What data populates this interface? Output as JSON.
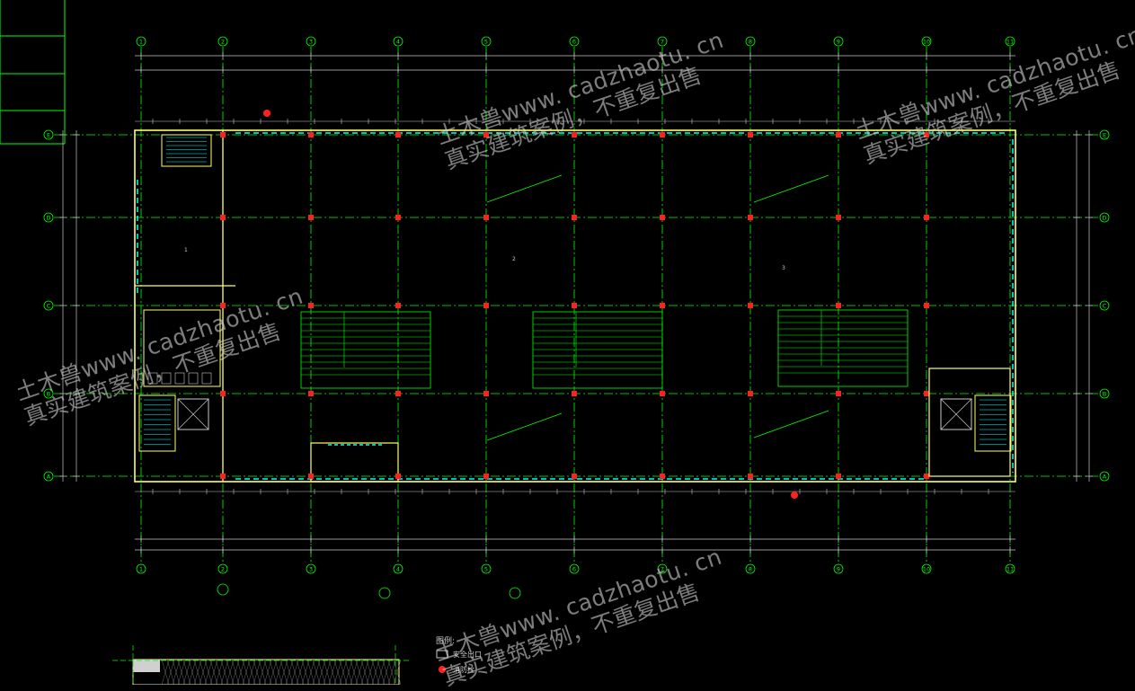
{
  "drawing": {
    "grid_columns": [
      "1",
      "2",
      "3",
      "4",
      "5",
      "6",
      "7",
      "8",
      "9",
      "10",
      "11"
    ],
    "grid_rows": [
      "E",
      "D",
      "C",
      "B",
      "A"
    ],
    "colors": {
      "background": "#000000",
      "axis": "#00ff00",
      "wall": "#ffff66",
      "window": "#00ffff",
      "column": "#ff2020",
      "dimension": "#c8c8c8",
      "table": "#00ff00"
    },
    "sections": {
      "left_section": "1",
      "middle_section": "2",
      "right_section": "3"
    },
    "legend": {
      "title": "图例:",
      "item_1": "安全出口",
      "item_2": "消防栓"
    }
  },
  "watermarks": [
    {
      "line1": "土木兽www. cadzhaotu. cn",
      "line2": "真实建筑案例，不重复出售"
    },
    {
      "line1": "土木兽www. cadzhaotu. cn",
      "line2": "真实建筑案例，不重复出售"
    },
    {
      "line1": "土木兽www. cadzhaotu. cn",
      "line2": "真实建筑案例，不重复出售"
    },
    {
      "line1": "土木兽www. cadzhaotu. cn",
      "line2": "真实建筑案例，不重复出售"
    }
  ]
}
